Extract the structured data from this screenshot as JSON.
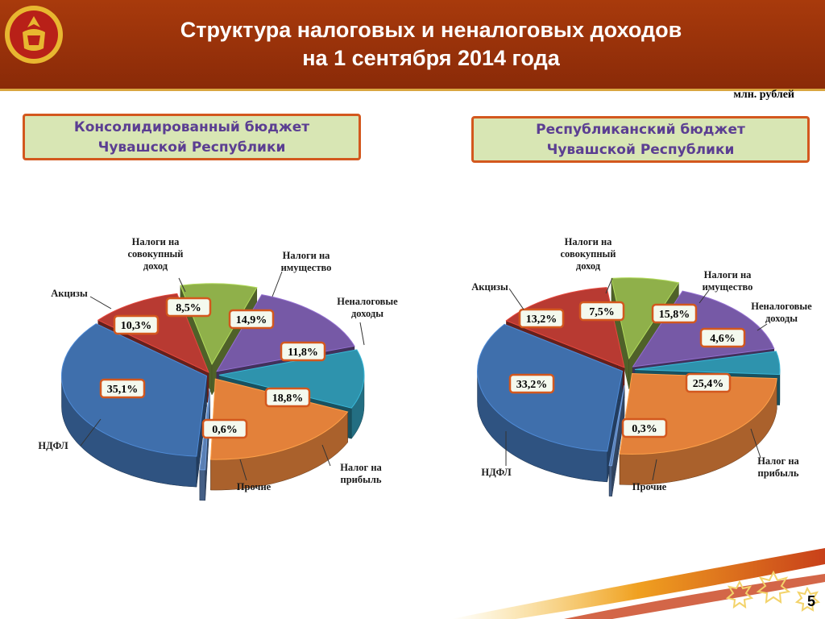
{
  "title_line1": "Структура налоговых и неналоговых доходов",
  "title_line2": "на 1 сентября 2014 года",
  "unit": "млн. рублей",
  "page_number": "5",
  "colors": {
    "header": "#9a330c",
    "box_bg": "#d8e6b4",
    "box_border": "#d3581e",
    "box_text": "#5b3e92"
  },
  "chart_data": [
    {
      "type": "pie",
      "title_line1": "Консолидированный бюджет",
      "title_line2": "Чувашской Республики",
      "slices": [
        {
          "name": "НДФЛ",
          "value": 35.1,
          "label": "35,1%",
          "color": "#3f6fac"
        },
        {
          "name": "Акцизы",
          "value": 10.3,
          "label": "10,3%",
          "color": "#b83a32"
        },
        {
          "name": "Налоги на совокупный доход",
          "value": 8.5,
          "label": "8,5%",
          "color": "#8fb04a"
        },
        {
          "name": "Налоги на имущество",
          "value": 14.9,
          "label": "14,9%",
          "color": "#7659a6"
        },
        {
          "name": "Неналоговые доходы",
          "value": 11.8,
          "label": "11,8%",
          "color": "#2e93ad"
        },
        {
          "name": "Налог на прибыль",
          "value": 18.8,
          "label": "18,8%",
          "color": "#e3813a"
        },
        {
          "name": "Прочие",
          "value": 0.6,
          "label": "0,6%",
          "color": "#5a7fb3"
        }
      ]
    },
    {
      "type": "pie",
      "title_line1": "Республиканский бюджет",
      "title_line2": "Чувашской Республики",
      "slices": [
        {
          "name": "НДФЛ",
          "value": 33.2,
          "label": "33,2%",
          "color": "#3f6fac"
        },
        {
          "name": "Акцизы",
          "value": 13.2,
          "label": "13,2%",
          "color": "#b83a32"
        },
        {
          "name": "Налоги на совокупный доход",
          "value": 7.5,
          "label": "7,5%",
          "color": "#8fb04a"
        },
        {
          "name": "Налоги на имущество",
          "value": 15.8,
          "label": "15,8%",
          "color": "#7659a6"
        },
        {
          "name": "Неналоговые доходы",
          "value": 4.6,
          "label": "4,6%",
          "color": "#2e93ad"
        },
        {
          "name": "Налог на прибыль",
          "value": 25.4,
          "label": "25,4%",
          "color": "#e3813a"
        },
        {
          "name": "Прочие",
          "value": 0.3,
          "label": "0,3%",
          "color": "#5a7fb3"
        }
      ]
    }
  ]
}
